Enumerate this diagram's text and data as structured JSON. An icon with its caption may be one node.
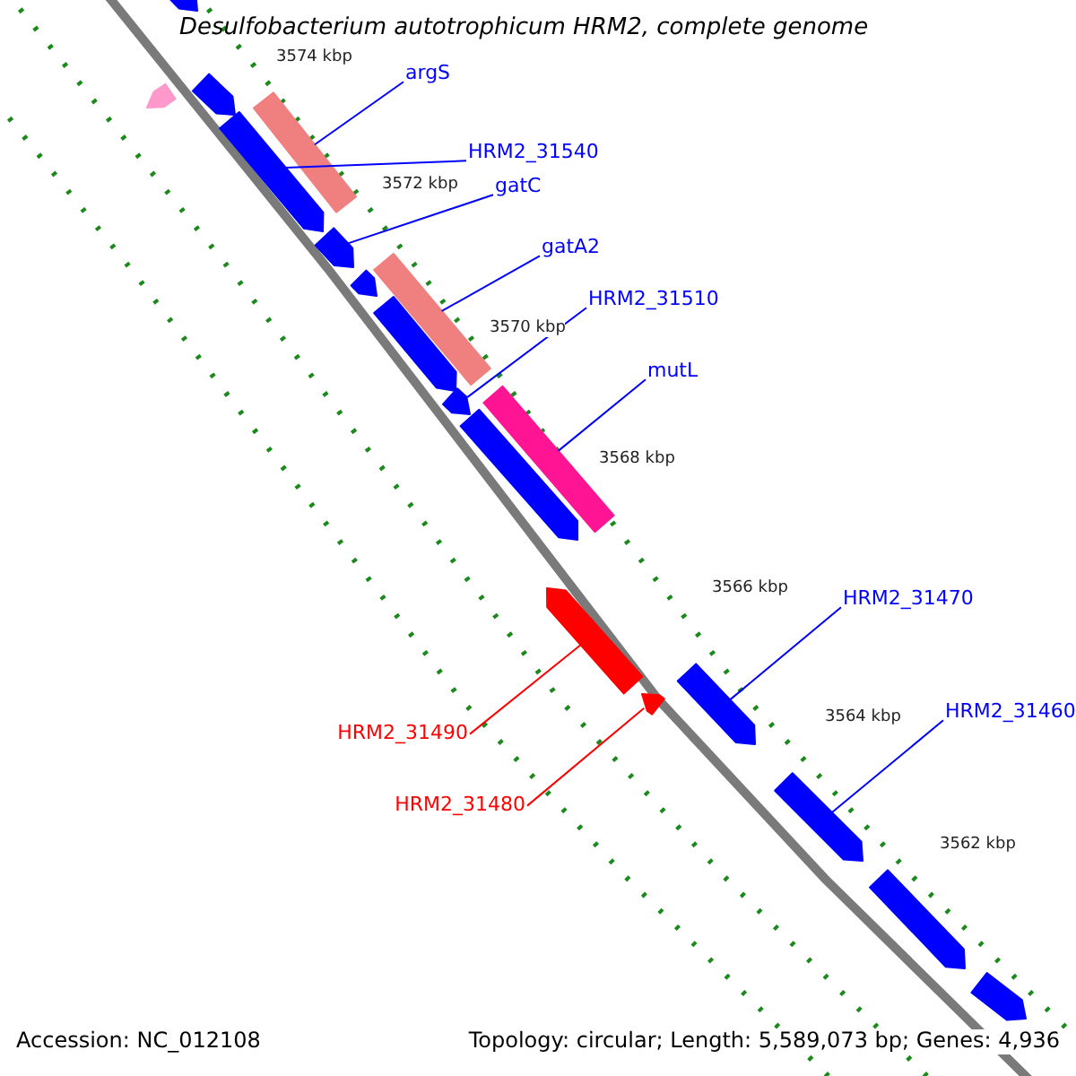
{
  "diagram": {
    "title": "Desulfobacterium autotrophicum HRM2, complete genome",
    "nodes": [
      {
        "text": [
          "argS"
        ]
      },
      {
        "text": [
          "HRM2_31540"
        ]
      },
      {
        "text": [
          "gatC"
        ]
      },
      {
        "text": [
          "gatA2"
        ]
      },
      {
        "text": [
          "HRM2_31510"
        ]
      },
      {
        "text": [
          "mutL"
        ]
      },
      {
        "text": [
          "HRM2_31470"
        ]
      },
      {
        "text": [
          "HRM2_31460"
        ]
      },
      {
        "text": [
          "HRM2_31490"
        ]
      },
      {
        "text": [
          "HRM2_31480"
        ]
      },
      {
        "text": [],
        "shape": "arrow"
      },
      {
        "text": [],
        "shape": "arrow"
      },
      {
        "text": [],
        "shape": "arrow"
      },
      {
        "text": [],
        "shape": "bar"
      },
      {
        "text": [],
        "shape": "arrow"
      },
      {
        "text": [],
        "shape": "arrow"
      },
      {
        "text": [],
        "shape": "bar"
      },
      {
        "text": [],
        "shape": "arrow"
      },
      {
        "text": [],
        "shape": "arrow"
      },
      {
        "text": [],
        "shape": "bar"
      },
      {
        "text": [],
        "shape": "arrow"
      },
      {
        "text": [],
        "shape": "arrow"
      },
      {
        "text": [],
        "shape": "arrow"
      },
      {
        "text": [],
        "shape": "arrow"
      },
      {
        "text": [],
        "shape": "arrow"
      },
      {
        "text": [],
        "shape": "arrow"
      },
      {
        "text": [],
        "shape": "arrow"
      },
      {
        "text": [],
        "shape": "arrow"
      }
    ],
    "edges": [
      {
        "from": 0,
        "to": 13,
        "arrow": "none"
      },
      {
        "from": 1,
        "to": 14,
        "arrow": "none"
      },
      {
        "from": 2,
        "to": 15,
        "arrow": "none"
      },
      {
        "from": 3,
        "to": 16,
        "arrow": "none"
      },
      {
        "from": 4,
        "to": 20,
        "arrow": "none"
      },
      {
        "from": 5,
        "to": 19,
        "arrow": "none"
      },
      {
        "from": 6,
        "to": 23,
        "arrow": "none"
      },
      {
        "from": 7,
        "to": 25,
        "arrow": "none"
      },
      {
        "from": 8,
        "to": 22,
        "arrow": "none",
        "color": "#ff0000"
      },
      {
        "from": 9,
        "to": 24,
        "arrow": "none",
        "color": "#ff0000"
      }
    ],
    "labels": [
      "3574 kbp",
      "3572 kbp",
      "3570 kbp",
      "3568 kbp",
      "3566 kbp",
      "3564 kbp",
      "3562 kbp",
      "Accession: NC_012108",
      "Topology: circular; Length: 5,589,073 bp; Genes: 4,936"
    ]
  }
}
